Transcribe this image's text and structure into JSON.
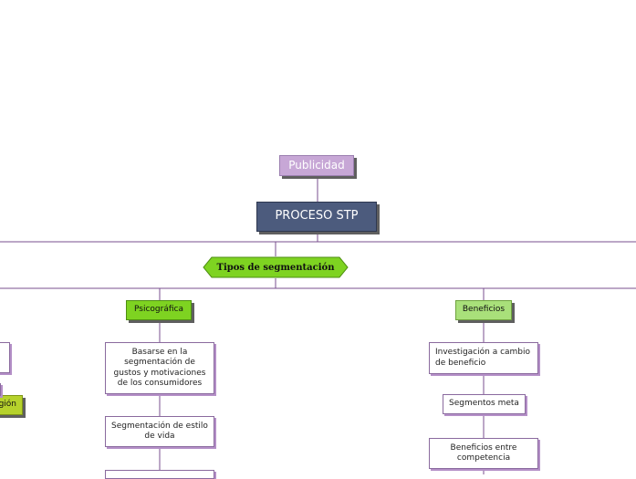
{
  "nodes": {
    "top": "Publicidad",
    "root": "PROCESO STP",
    "types": "Tipos de segmentación",
    "psicografica": "Psicográfica",
    "beneficios": "Beneficios",
    "left_partial": "gión",
    "psico_items": [
      "Basarse en la segmentación de gustos y motivaciones de los consumidores",
      "Segmentación de estilo de vida"
    ],
    "bene_items": [
      "Investigación a cambio de beneficio",
      "Segmentos meta",
      "Beneficios entre competencia"
    ]
  },
  "colors": {
    "line": "#7a4f8f",
    "publicidad": "#c7a7d6",
    "root": "#4c5b7d",
    "types": "#7ed321",
    "psicografica": "#7ed321",
    "beneficios": "#a9e07a",
    "left_category": "#b6d22c"
  }
}
